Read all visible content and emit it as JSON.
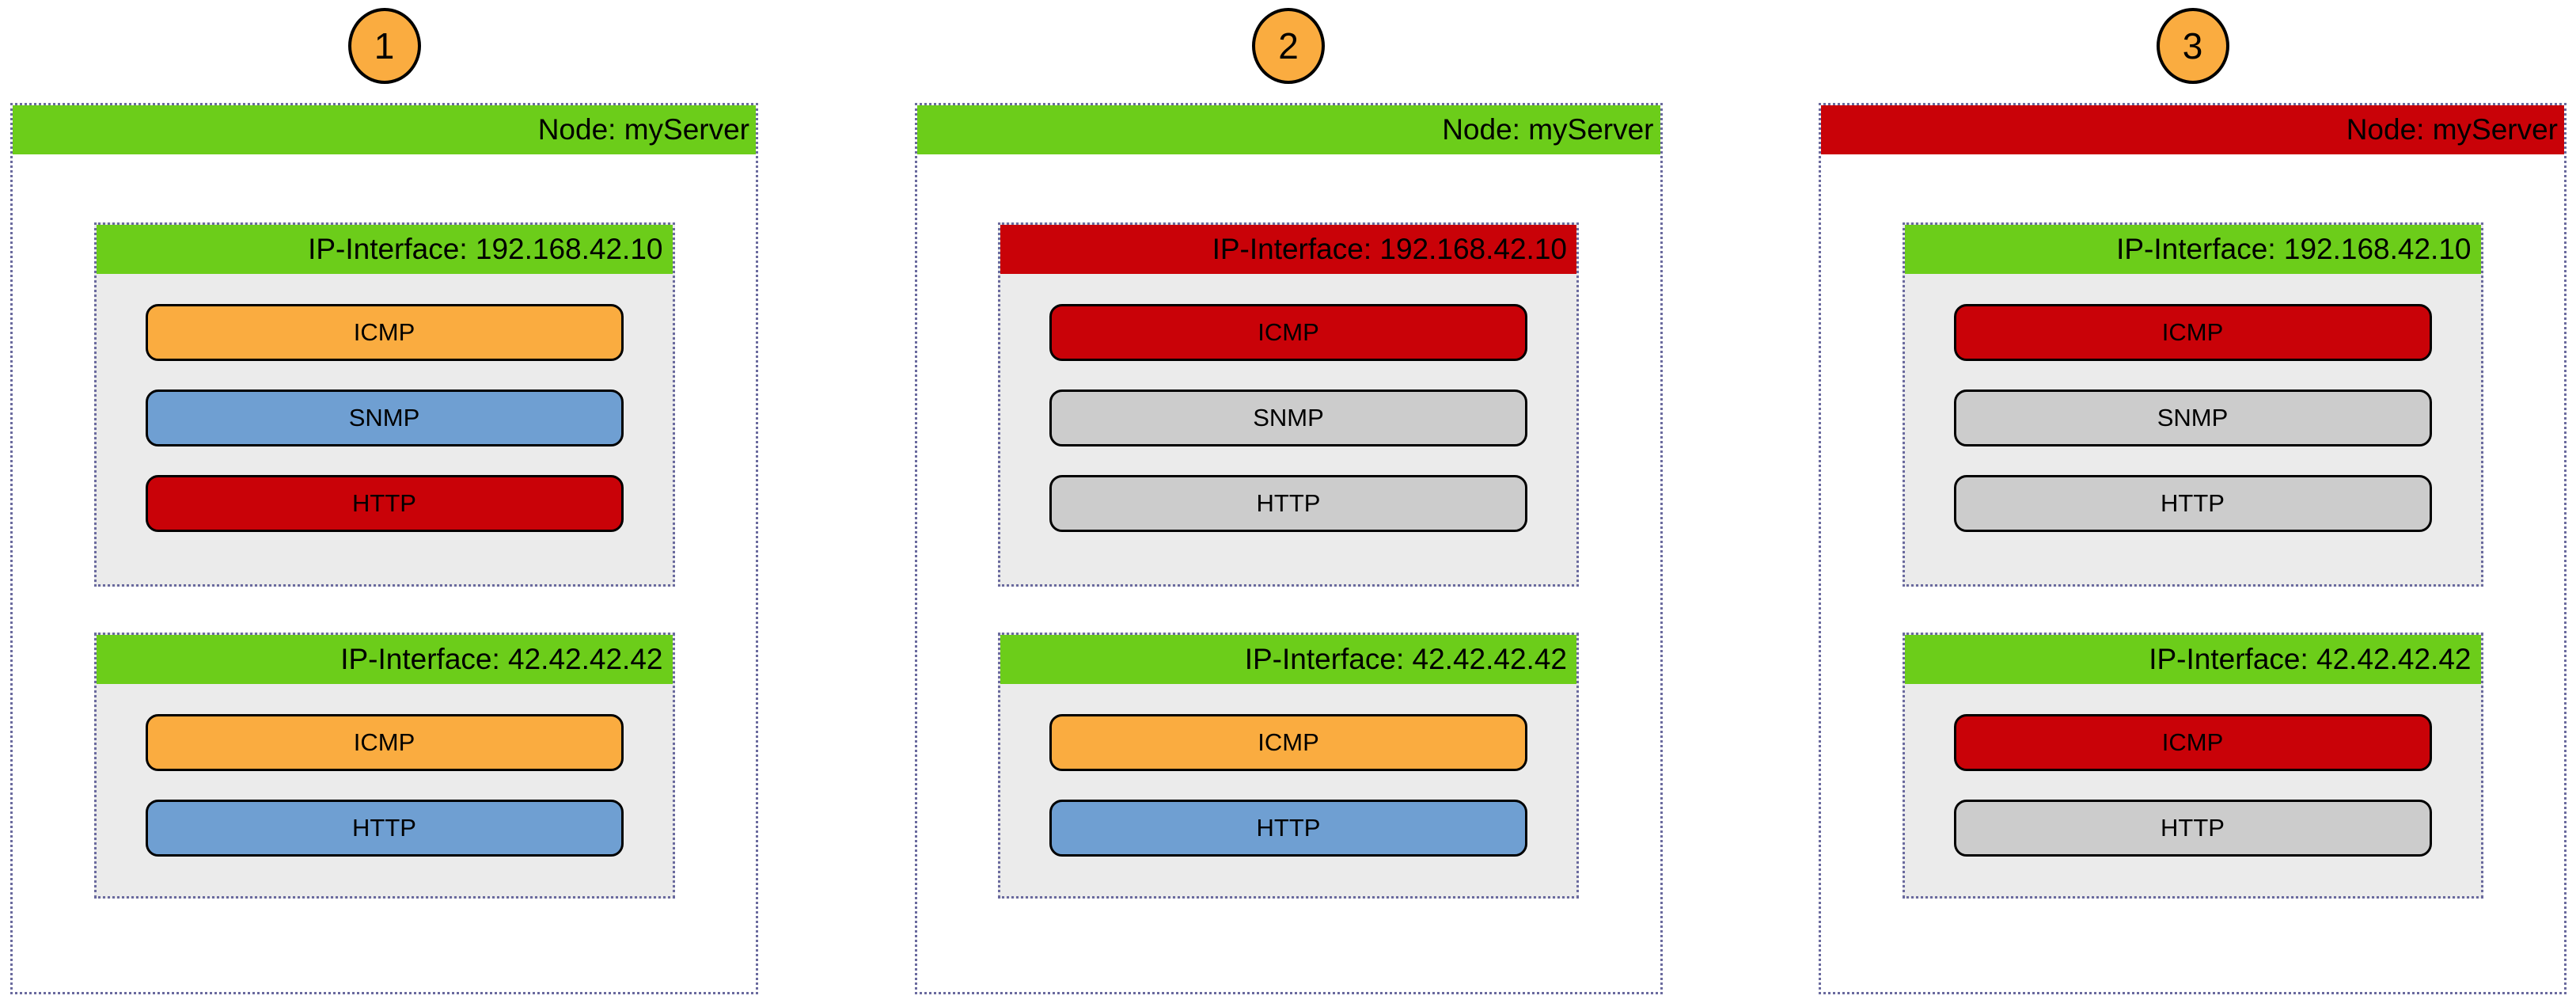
{
  "figure": {
    "status_colors": {
      "green": "#6CCD1A",
      "red": "#C90208",
      "orange": "#FAAC40",
      "blue": "#6F9FD2",
      "gray": "#CCCCCC"
    },
    "badge_color": "#FAAC40",
    "interface_background": "#EBEBEB",
    "dotted_border_color": "#6A6A9E",
    "panels": [
      {
        "badge": "1",
        "node": {
          "label": "Node: myServer",
          "status": "green",
          "interfaces": [
            {
              "label": "IP-Interface: 192.168.42.10",
              "status": "green",
              "protocols": [
                {
                  "label": "ICMP",
                  "status": "orange"
                },
                {
                  "label": "SNMP",
                  "status": "blue"
                },
                {
                  "label": "HTTP",
                  "status": "red"
                }
              ]
            },
            {
              "label": "IP-Interface: 42.42.42.42",
              "status": "green",
              "protocols": [
                {
                  "label": "ICMP",
                  "status": "orange"
                },
                {
                  "label": "HTTP",
                  "status": "blue"
                }
              ]
            }
          ]
        }
      },
      {
        "badge": "2",
        "node": {
          "label": "Node: myServer",
          "status": "green",
          "interfaces": [
            {
              "label": "IP-Interface: 192.168.42.10",
              "status": "red",
              "protocols": [
                {
                  "label": "ICMP",
                  "status": "red"
                },
                {
                  "label": "SNMP",
                  "status": "gray"
                },
                {
                  "label": "HTTP",
                  "status": "gray"
                }
              ]
            },
            {
              "label": "IP-Interface: 42.42.42.42",
              "status": "green",
              "protocols": [
                {
                  "label": "ICMP",
                  "status": "orange"
                },
                {
                  "label": "HTTP",
                  "status": "blue"
                }
              ]
            }
          ]
        }
      },
      {
        "badge": "3",
        "node": {
          "label": "Node: myServer",
          "status": "red",
          "interfaces": [
            {
              "label": "IP-Interface: 192.168.42.10",
              "status": "green",
              "protocols": [
                {
                  "label": "ICMP",
                  "status": "red"
                },
                {
                  "label": "SNMP",
                  "status": "gray"
                },
                {
                  "label": "HTTP",
                  "status": "gray"
                }
              ]
            },
            {
              "label": "IP-Interface: 42.42.42.42",
              "status": "green",
              "protocols": [
                {
                  "label": "ICMP",
                  "status": "red"
                },
                {
                  "label": "HTTP",
                  "status": "gray"
                }
              ]
            }
          ]
        }
      }
    ]
  }
}
